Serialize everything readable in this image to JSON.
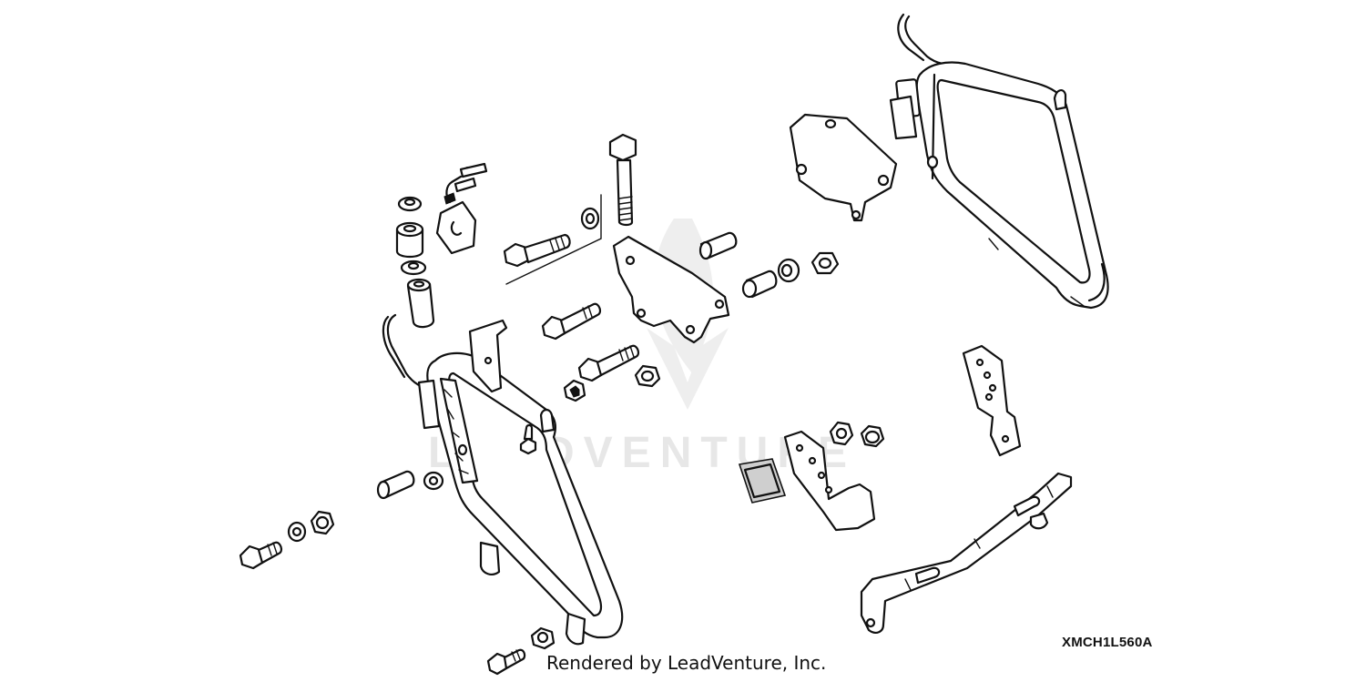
{
  "diagram": {
    "code": "XMCH1L560A",
    "credit": "Rendered by LeadVenture, Inc.",
    "watermark": "LEADVENTURE"
  },
  "colors": {
    "line": "#111111",
    "background": "#ffffff",
    "watermark": "#d4d4d4"
  }
}
